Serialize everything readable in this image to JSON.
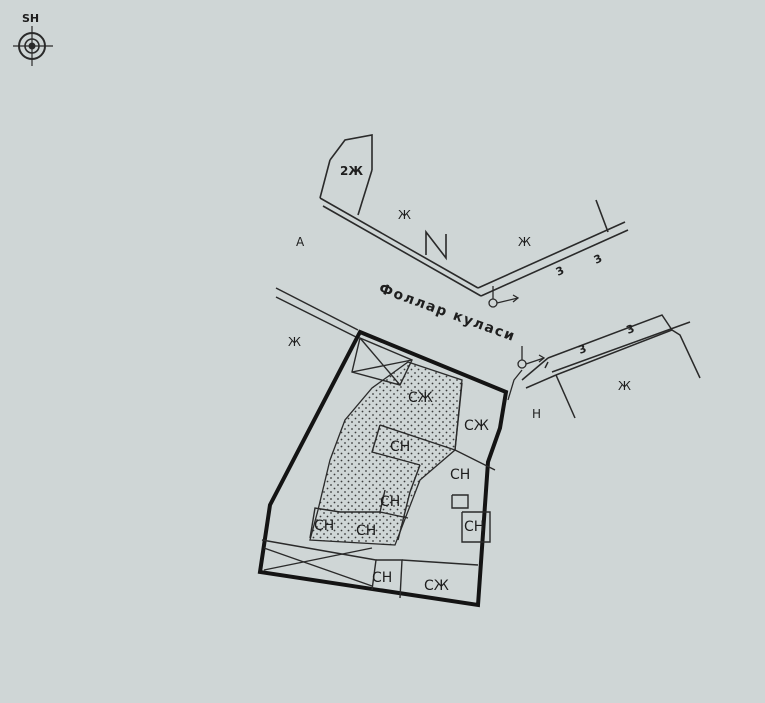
{
  "compass": {
    "label": "SH"
  },
  "street": {
    "name": "Фоллар куласи"
  },
  "marks": {
    "a": "А",
    "n": "Н",
    "two_zh": "2Ж",
    "zh": "Ж",
    "three": "3"
  },
  "buildings": {
    "sj": "СЖ",
    "sn": "СН"
  },
  "colors": {
    "paper": "#cfd6d6",
    "ink": "#1e1e1e"
  }
}
